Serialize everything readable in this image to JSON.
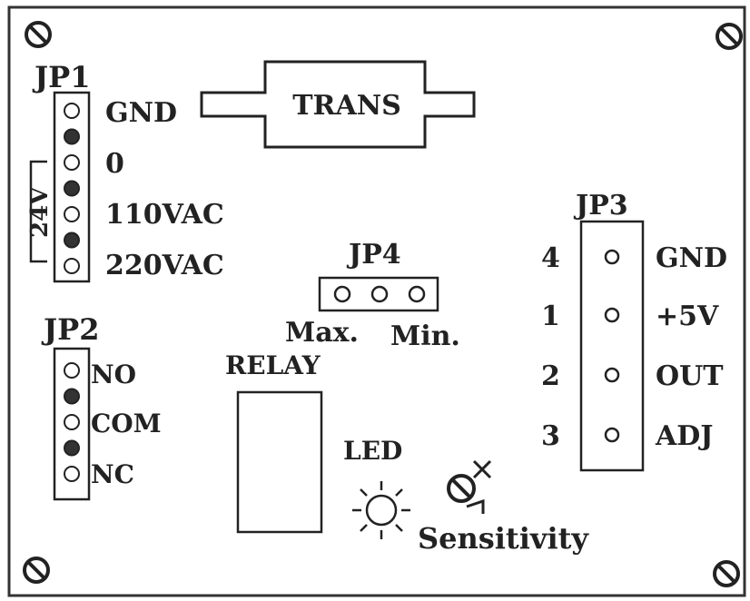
{
  "trans_label": "TRANS",
  "jp1": {
    "title": "JP1",
    "pin_labels": [
      "GND",
      "0",
      "110VAC",
      "220VAC"
    ],
    "voltage_label": "24V",
    "pins": [
      {
        "filled": false
      },
      {
        "filled": true
      },
      {
        "filled": false
      },
      {
        "filled": true
      },
      {
        "filled": false
      },
      {
        "filled": true
      },
      {
        "filled": false
      }
    ]
  },
  "jp2": {
    "title": "JP2",
    "pin_labels": [
      "NO",
      "COM",
      "NC"
    ],
    "pins": [
      {
        "filled": false
      },
      {
        "filled": true
      },
      {
        "filled": false
      },
      {
        "filled": true
      },
      {
        "filled": false
      }
    ]
  },
  "jp3": {
    "title": "JP3",
    "pin_numbers": [
      "4",
      "1",
      "2",
      "3"
    ],
    "pin_labels": [
      "GND",
      "+5V",
      "OUT",
      "ADJ"
    ]
  },
  "jp4": {
    "title": "JP4",
    "max_label": "Max.",
    "min_label": "Min."
  },
  "relay_label": "RELAY",
  "led_label": "LED",
  "sensitivity_label": "Sensitivity",
  "colors": {
    "ink": "#222222",
    "background": "#ffffff",
    "filled_pin": "#333333"
  }
}
